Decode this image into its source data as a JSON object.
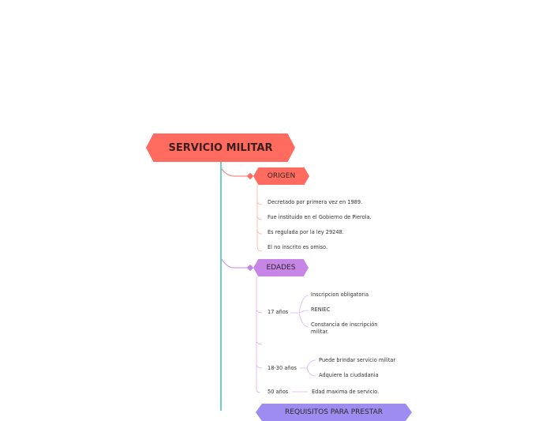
{
  "root": {
    "title": "SERVICIO MILITAR"
  },
  "origen": {
    "label": "ORIGEN",
    "items": [
      "Decretado por primera vez en 1989.",
      "Fue instituido en el Gobierno de Pierola.",
      "Es regulada por la ley 29248.",
      "El no inscrito es omiso."
    ]
  },
  "edades": {
    "label": "EDADES",
    "age17": {
      "label": "17 años",
      "items": [
        "Inscripcion obligatoria",
        "RENIEC",
        "Constancia de inscripción militar."
      ]
    },
    "age18_30": {
      "label": "18-30 años",
      "items": [
        "Puede brindar servicio militar",
        "Adquiere la ciudadania"
      ]
    },
    "age50": {
      "label": "50 años",
      "items": [
        "Edad maxima de servicio."
      ]
    }
  },
  "requisitos": {
    "label": "REQUISITOS PARA PRESTAR"
  },
  "colors": {
    "trunk": "#3cc0b0",
    "origen": "#ff6b5f",
    "edades": "#c786e6",
    "requisitos": "#9e8cf0"
  }
}
